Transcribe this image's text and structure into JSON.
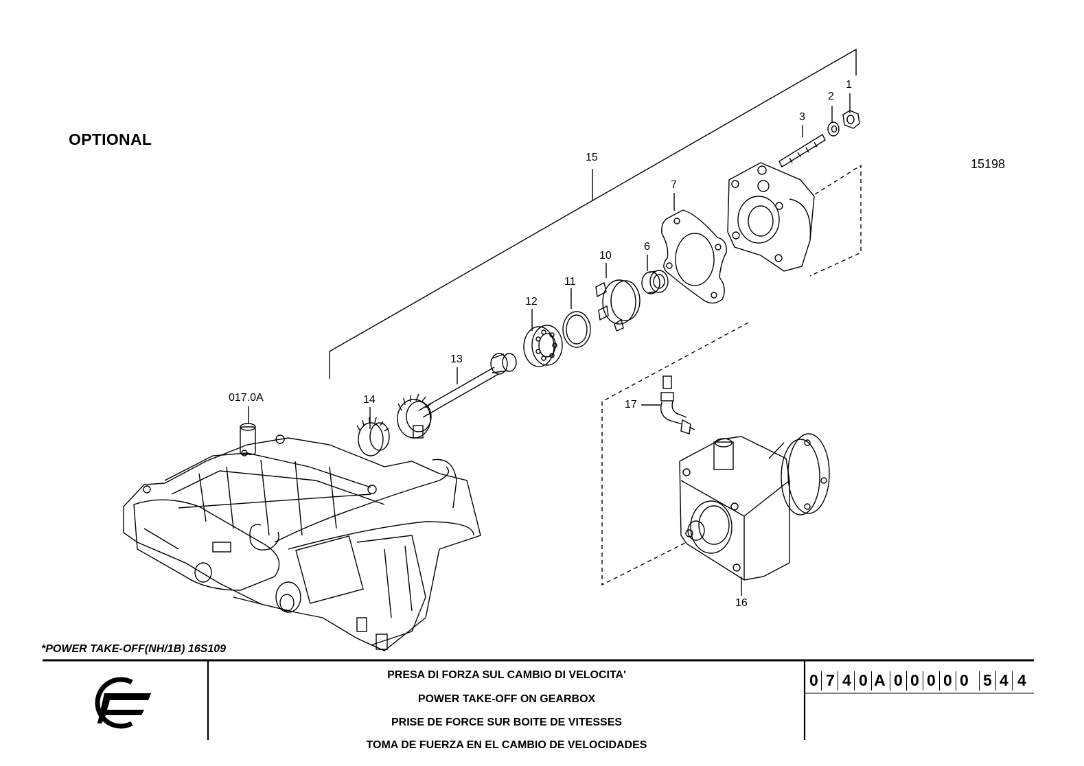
{
  "header": {
    "optional_label": "OPTIONAL",
    "drawing_number": "15198"
  },
  "callouts": {
    "c1": "1",
    "c2": "2",
    "c3": "3",
    "c6": "6",
    "c7": "7",
    "c10": "10",
    "c11": "11",
    "c12": "12",
    "c13": "13",
    "c14": "14",
    "c15": "15",
    "c16": "16",
    "c17": "17",
    "ref": "017.0A"
  },
  "caption": "*POWER TAKE-OFF(NH/1B) 16S109",
  "title_block": {
    "lines": [
      "PRESA DI FORZA SUL CAMBIO DI VELOCITA'",
      "POWER TAKE-OFF ON GEARBOX",
      "PRISE DE FORCE SUR BOITE DE VITESSES",
      "TOMA DE FUERZA EN EL CAMBIO DE VELOCIDADES"
    ],
    "code_chars": [
      "0",
      "7",
      "4",
      "0",
      "A",
      "0",
      "0",
      "0",
      "0",
      "0",
      "5",
      "4",
      "4"
    ]
  },
  "icons": {
    "logo": "brand-logo-icon"
  }
}
